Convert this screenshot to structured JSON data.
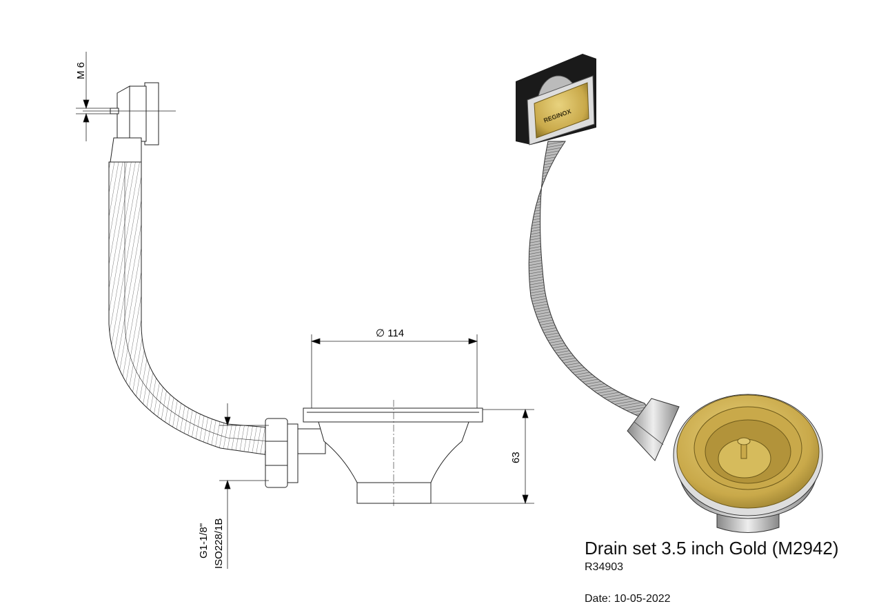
{
  "product": {
    "title": "Drain set 3.5 inch Gold (M2942)",
    "code": "R34903",
    "date": "Date: 10-05-2022",
    "logo_text": "REGINOX"
  },
  "dimensions": {
    "screw": "M 6",
    "diameter": "∅  114",
    "height": "63",
    "thread_1": "G1-1/8\"",
    "thread_2": "ISO228/1B"
  },
  "colors": {
    "gold": "#c9a94a",
    "gold_dark": "#8c7428",
    "hose": "#9a9a9a",
    "black": "#1a1a1a"
  }
}
